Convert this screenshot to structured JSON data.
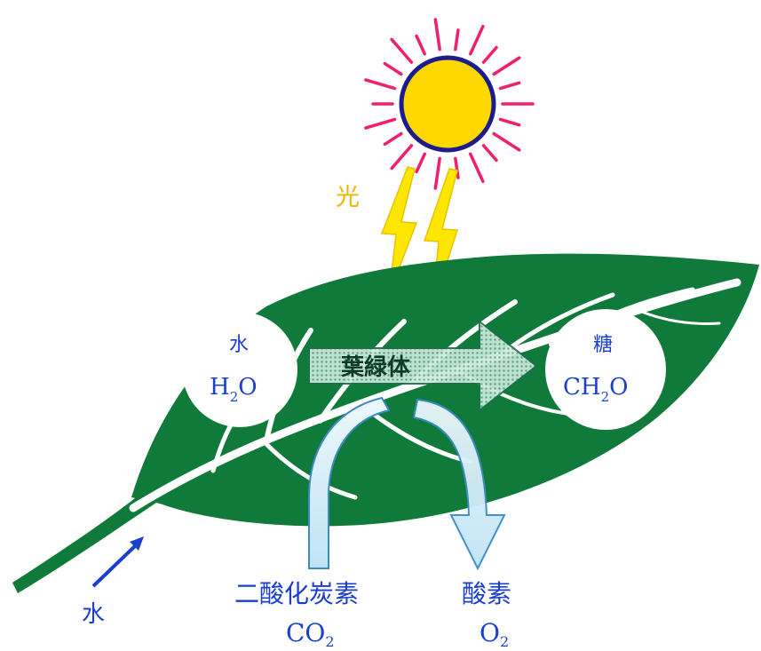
{
  "labels": {
    "light": "光",
    "water_jp": "水",
    "water_formula_main": "H",
    "water_formula_sub": "2",
    "water_formula_tail": "O",
    "sugar_jp": "糖",
    "sugar_formula_main": "CH",
    "sugar_formula_sub": "2",
    "sugar_formula_tail": "O",
    "chloroplast": "葉緑体",
    "co2_jp": "二酸化炭素",
    "co2_main": "CO",
    "co2_sub": "2",
    "o2_jp": "酸素",
    "o2_main": "O",
    "o2_sub": "2",
    "water_stem": "水"
  },
  "colors": {
    "leaf": "#0f7a3a",
    "vein": "#ffffff",
    "sun": "#ffd800",
    "sun_outline": "#1c1c8c",
    "ray": "#f0206e",
    "lightning": "#ffe600",
    "label_blue": "#1a3fcc",
    "light_label": "#e6b800",
    "arrow_blue": "#d6eef6",
    "arrow_edge": "#3a8cc4"
  }
}
